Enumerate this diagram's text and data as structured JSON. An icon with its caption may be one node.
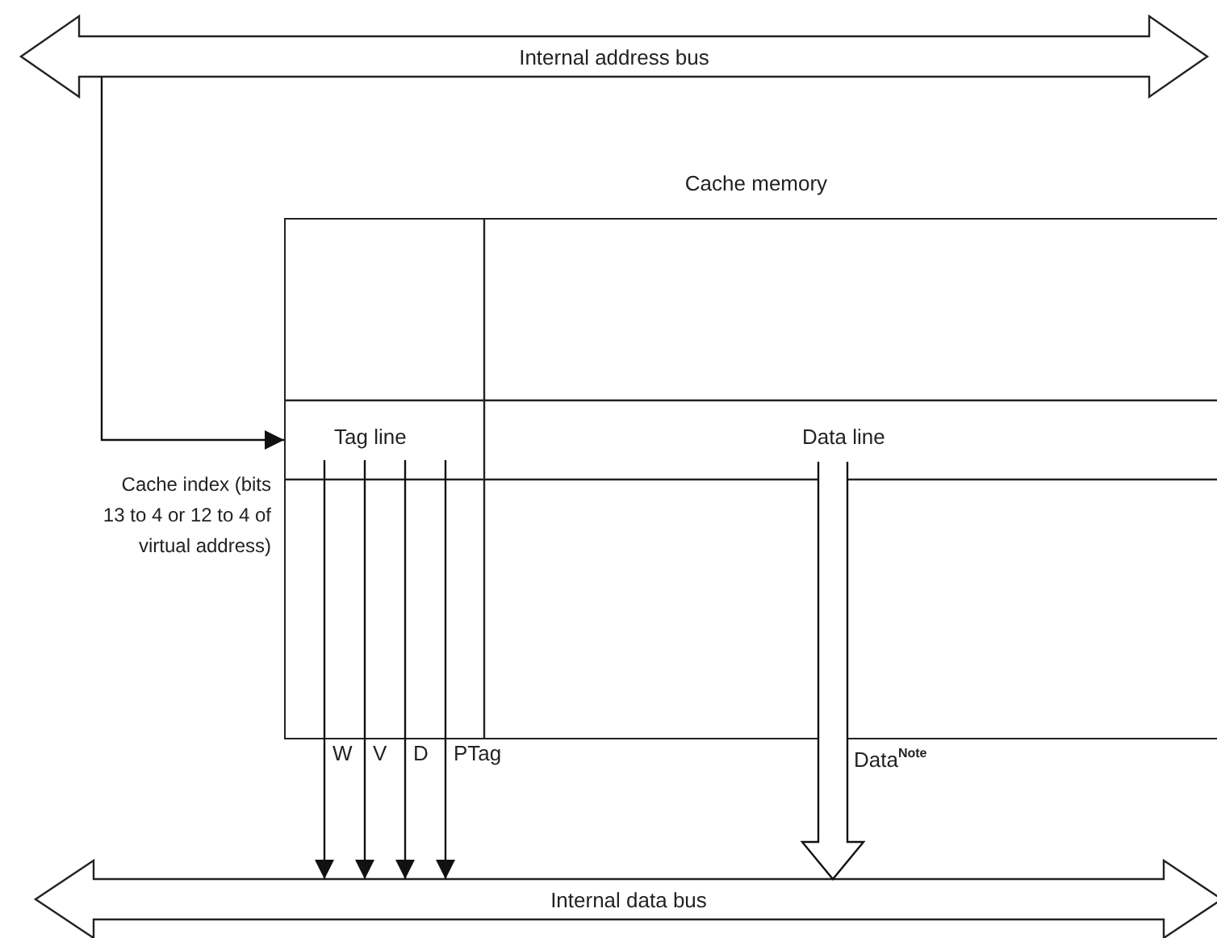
{
  "diagram": {
    "nodes": [
      {
        "text": [
          "Internal address bus"
        ]
      },
      {
        "text": [
          "Cache memory"
        ]
      },
      {
        "text": [
          "Tag line"
        ],
        "in": 1
      },
      {
        "text": [
          "Data line"
        ],
        "in": 1
      },
      {
        "text": [
          "Internal data bus"
        ]
      }
    ],
    "edges": [
      {
        "from": 0,
        "to": 2,
        "arrow": "to",
        "label": "Cache index (bits 13 to 4 or 12 to 4 of virtual address)"
      },
      {
        "from": 2,
        "to": 4,
        "arrow": "to",
        "label": "W"
      },
      {
        "from": 2,
        "to": 4,
        "arrow": "to",
        "label": "V"
      },
      {
        "from": 2,
        "to": 4,
        "arrow": "to",
        "label": "D"
      },
      {
        "from": 2,
        "to": 4,
        "arrow": "to",
        "label": "PTag"
      },
      {
        "from": 3,
        "to": 4,
        "arrow": "to",
        "label": "Data$^{Note}$",
        "style": "thick"
      }
    ]
  }
}
